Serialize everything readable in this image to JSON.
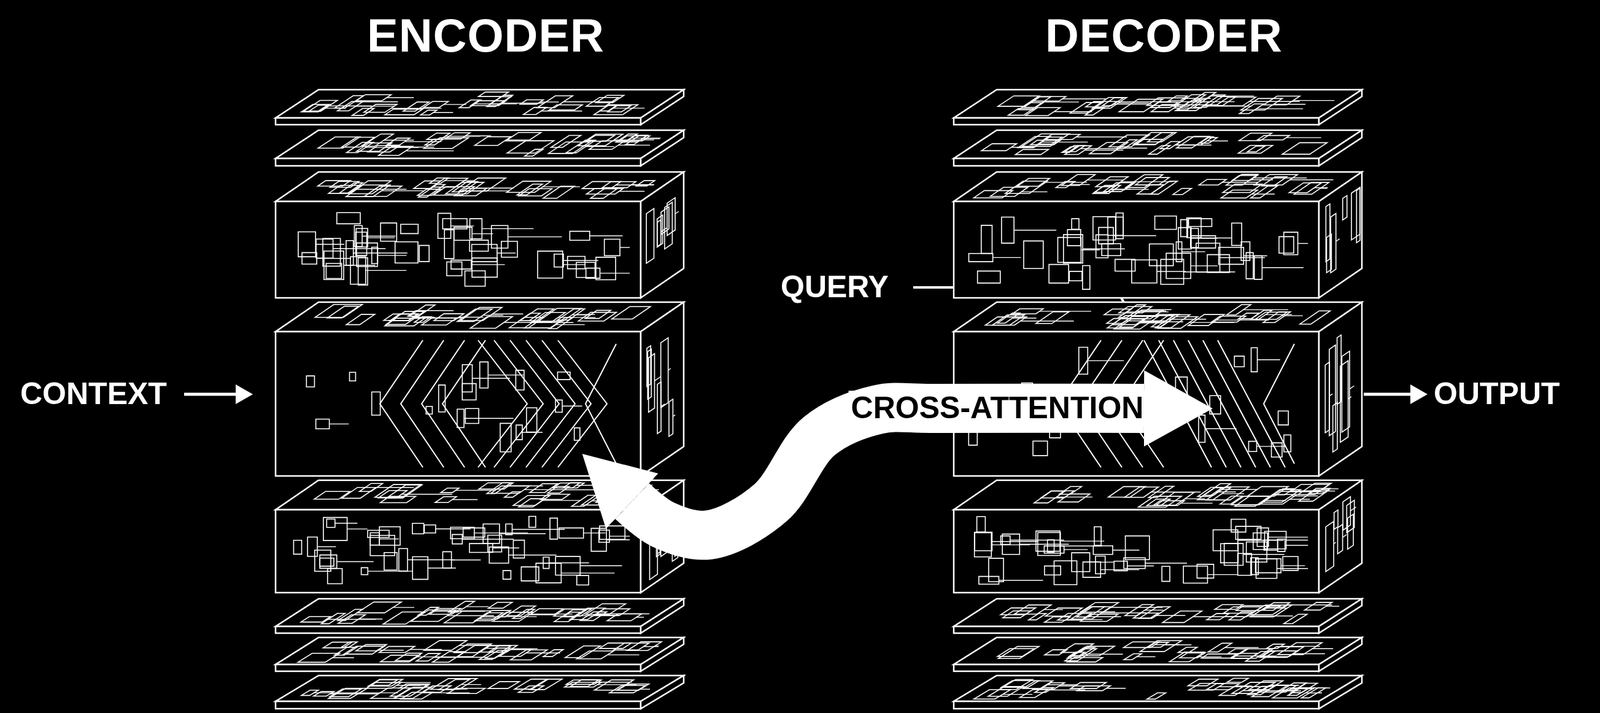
{
  "diagram": {
    "nodes": [
      {
        "text": [
          "ENCODER"
        ]
      },
      {
        "text": [
          "DECODER"
        ]
      }
    ],
    "edges": [
      {
        "from": 0,
        "to": 1,
        "arrow": "both",
        "label": "CROSS-ATTENTION"
      }
    ],
    "labels": [
      "CONTEXT",
      "QUERY",
      "OUTPUT"
    ]
  }
}
